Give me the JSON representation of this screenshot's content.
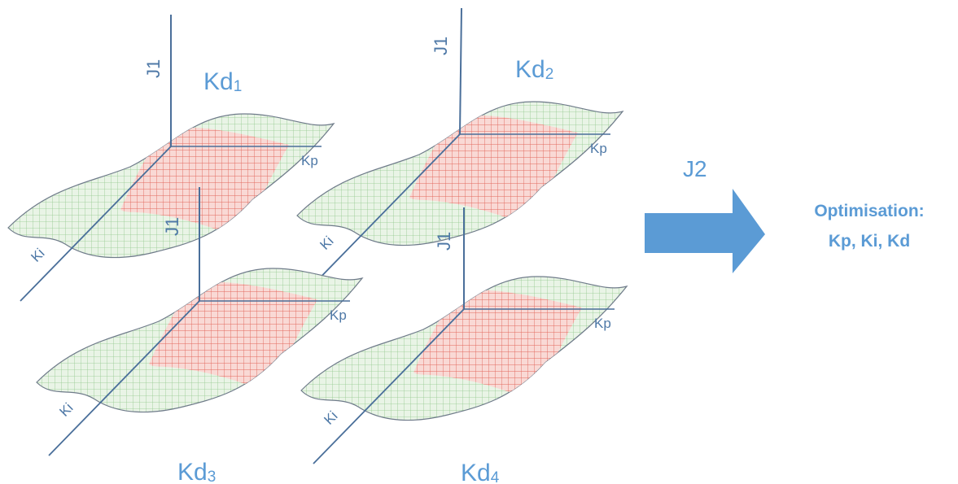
{
  "panels": [
    {
      "name": "kd1",
      "kd_main": "Kd",
      "kd_sub": "1",
      "axis_j": "J1",
      "axis_kp": "Kp",
      "axis_ki": "Ki"
    },
    {
      "name": "kd2",
      "kd_main": "Kd",
      "kd_sub": "2",
      "axis_j": "J1",
      "axis_kp": "Kp",
      "axis_ki": "Ki"
    },
    {
      "name": "kd3",
      "kd_main": "Kd",
      "kd_sub": "3",
      "axis_j": "J1",
      "axis_kp": "Kp",
      "axis_ki": "Ki"
    },
    {
      "name": "kd4",
      "kd_main": "Kd",
      "kd_sub": "4",
      "axis_j": "J1",
      "axis_kp": "Kp",
      "axis_ki": "Ki"
    }
  ],
  "arrow": {
    "label": "J2"
  },
  "result": {
    "line1": "Optimisation:",
    "line2": "Kp, Ki, Kd"
  },
  "colors": {
    "surface_fill": "#e8f3e4",
    "surface_grid": "#8fc48a",
    "surface_edge": "#6f7b8a",
    "region_fill": "#f7d4d0",
    "region_grid": "#e06d64",
    "axis_line": "#4a6f9a",
    "arrow_fill": "#5b9bd5",
    "text_accent": "#5b9bd5"
  }
}
